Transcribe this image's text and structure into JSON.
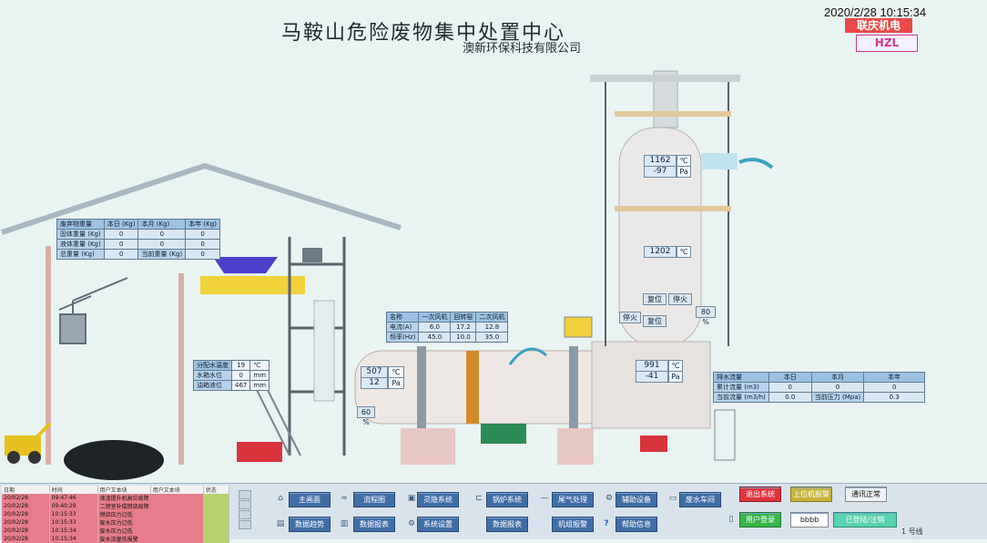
{
  "header": {
    "title": "马鞍山危险废物集中处置中心",
    "subtitle": "澳新环保科技有限公司",
    "datetime": "2020/2/28 10:15:34",
    "brand_label": "联庆机电",
    "logo_text": "HZL"
  },
  "waste_table": {
    "headers": [
      "废弃物重量",
      "本日 (Kg)",
      "本月 (Kg)",
      "本年 (Kg)"
    ],
    "rows": [
      [
        "固体重量 (Kg)",
        "0",
        "0",
        "0"
      ],
      [
        "液体重量 (Kg)",
        "0",
        "0",
        "0"
      ],
      [
        "总重量 (Kg)",
        "0",
        "当前重量 (Kg)",
        "0"
      ]
    ]
  },
  "fan_table": {
    "headers": [
      "名称",
      "一次风机",
      "回转窑",
      "二次风机"
    ],
    "rows": [
      [
        "电流(A)",
        "6.0",
        "17.2",
        "12.8"
      ],
      [
        "频率(Hz)",
        "45.0",
        "10.0",
        "35.0"
      ]
    ]
  },
  "hopper_table": {
    "rows": [
      [
        "分配水温度",
        "19",
        "℃"
      ],
      [
        "水箱水位",
        "0",
        "mm"
      ],
      [
        "油箱液位",
        "467",
        "mm"
      ]
    ]
  },
  "kiln": {
    "temp": "507",
    "temp_unit": "℃",
    "pressure": "12",
    "pressure_unit": "Pa",
    "side_label": "60 %"
  },
  "tower_top": {
    "temp": "1162",
    "temp_unit": "℃",
    "pressure": "-97",
    "pressure_unit": "Pa"
  },
  "tower_mid": {
    "temp": "1202",
    "temp_unit": "℃"
  },
  "tower_bottom": {
    "temp": "991",
    "temp_unit": "℃",
    "pressure": "-41",
    "pressure_unit": "Pa"
  },
  "tower_controls": {
    "reset1": "复位",
    "fire1": "停火",
    "fire1_val": "80 %",
    "reset2": "复位",
    "fire2": "停火"
  },
  "water_table": {
    "headers": [
      "排水流量",
      "本日",
      "本月",
      "本年"
    ],
    "rows": [
      [
        "累计流量 (m3)",
        "0",
        "0",
        "0"
      ],
      [
        "当前流量 (m3/h)",
        "0.0",
        "当前压力 (Mpa)",
        "0.3"
      ]
    ]
  },
  "log": {
    "headers": [
      "日期",
      "时间",
      "用户文本块",
      "用户文本块",
      "状态"
    ],
    "rows": [
      [
        "20/02/28",
        "09:47:46",
        "液渣提升机高位故障"
      ],
      [
        "20/02/28",
        "09:40:29",
        "二燃室补偿燃烧故障"
      ],
      [
        "20/02/28",
        "10:15:33",
        "燃烧压力过低"
      ],
      [
        "20/02/28",
        "10:15:33",
        "废水压力过低"
      ],
      [
        "20/02/28",
        "10:15:34",
        "废水压力过低"
      ],
      [
        "20/02/28",
        "10:15:34",
        "废水流量低报警"
      ]
    ]
  },
  "nav": {
    "row1": [
      "主画面",
      "流程图",
      "灵隐系统",
      "锅炉系统",
      "尾气处理",
      "辅助设备",
      "废水车间"
    ],
    "row2": [
      "数据趋势",
      "数据报表",
      "系统设置",
      "数据报表",
      "机组报警",
      "帮助信息"
    ],
    "alarm_button": "退出系统",
    "warn_button": "上位机报警",
    "comm_status": "通讯正常",
    "user_login": "用户登录",
    "user_name": "bbbb",
    "user_status": "已登陆/注销",
    "sys_status": "1 号线"
  },
  "colors": {
    "accent": "#3f6ea7",
    "alarm": "#e0343c",
    "warn": "#c8b33a",
    "ok": "#39b54a"
  }
}
